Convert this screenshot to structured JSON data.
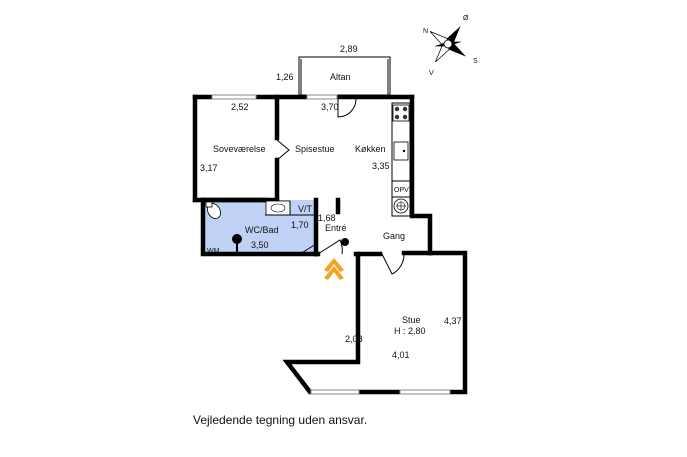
{
  "rooms": {
    "altan": "Altan",
    "sovevaerelse": "Soveværelse",
    "spisestue": "Spisestue",
    "koekken": "Køkken",
    "vt": "V/T",
    "wc_bad": "WC/Bad",
    "entre": "Entré",
    "gang": "Gang",
    "stue": "Stue",
    "stue_height": "H : 2,80",
    "opv": "OPV",
    "wm": "WM"
  },
  "dimensions": {
    "altan_width": "2,89",
    "altan_depth": "1,26",
    "sove_width": "2,52",
    "sove_depth": "3,17",
    "spise_width": "3,70",
    "koekken_depth": "3,35",
    "vt_depth": "1,70",
    "entre_depth": "1,68",
    "bad_width": "3,50",
    "stue_depth": "4,37",
    "stue_side": "2,08",
    "stue_width": "4,01"
  },
  "compass": {
    "n": "N",
    "s": "S",
    "v": "V",
    "o": "Ø"
  },
  "caption": "Vejledende tegning uden ansvar.",
  "colors": {
    "bathroom": "#bfd1f5",
    "entrance_arrow": "#f2a31f",
    "walls": "#000000"
  },
  "icons": [
    "compass-rose-icon",
    "entrance-arrow-icon",
    "stove-icon",
    "sink-icon",
    "fan-icon",
    "toilet-icon",
    "washbasin-icon"
  ]
}
